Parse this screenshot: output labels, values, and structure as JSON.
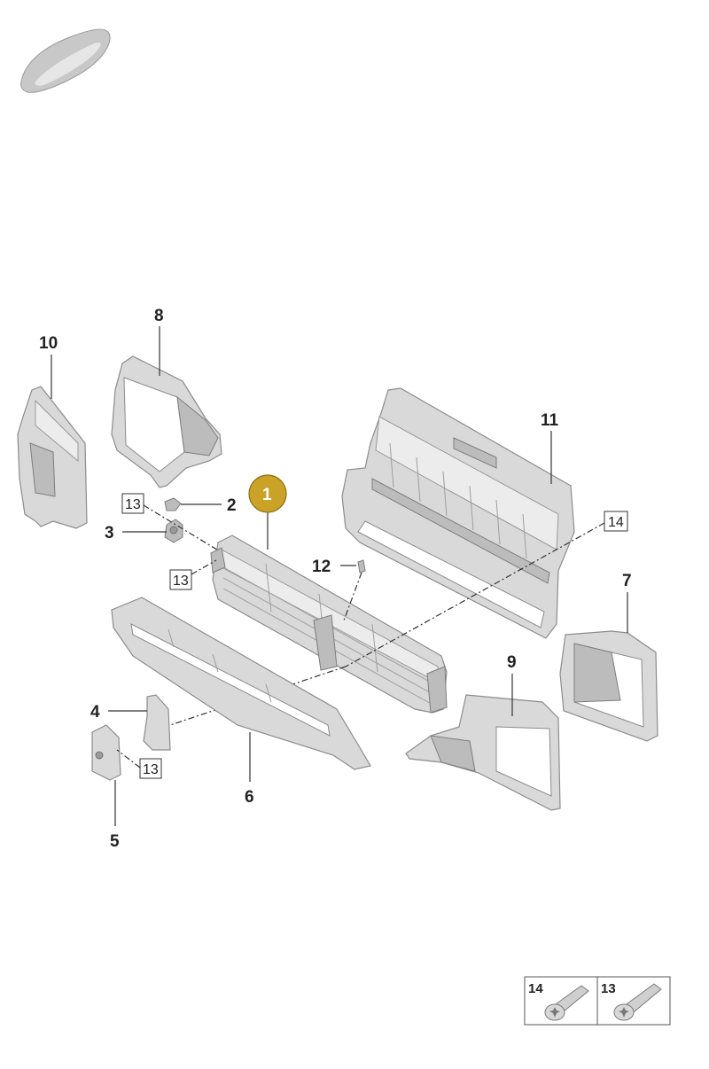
{
  "diagram": {
    "highlight_color": "#c9a227",
    "part_color": "#d9d9d9",
    "highlighted_callout": "1",
    "callouts": {
      "c1": "1",
      "c2": "2",
      "c3": "3",
      "c4": "4",
      "c5": "5",
      "c6": "6",
      "c7": "7",
      "c8": "8",
      "c9": "9",
      "c10": "10",
      "c11": "11",
      "c12": "12"
    },
    "boxed_refs": {
      "b13a": "13",
      "b13b": "13",
      "b13c": "13",
      "b14": "14"
    },
    "legend": {
      "left_label": "14",
      "right_label": "13",
      "left_icon": "torx-flange-screw-icon",
      "right_icon": "torx-flange-screw-icon"
    },
    "thumbnail_icon": "car-silhouette-icon"
  }
}
